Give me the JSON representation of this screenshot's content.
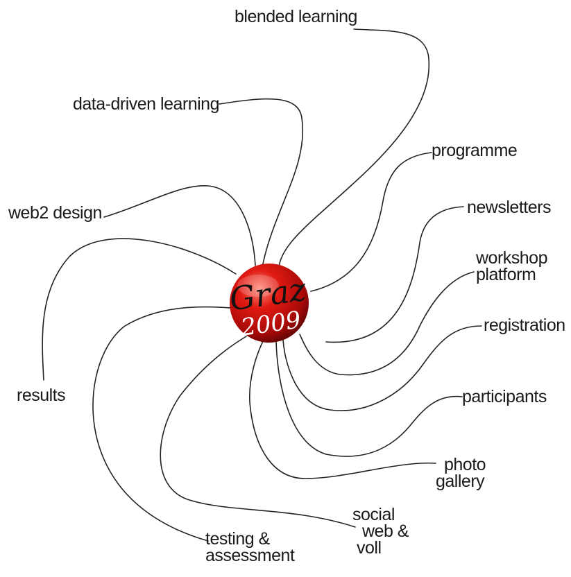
{
  "hub": {
    "line1": "Graz",
    "line2": "2009",
    "color": "#cc1111"
  },
  "line_color": "#222222",
  "nodes": [
    {
      "id": "blended-learning",
      "lines": [
        "blended learning"
      ]
    },
    {
      "id": "data-driven-learning",
      "lines": [
        "data-driven learning"
      ]
    },
    {
      "id": "web2-design",
      "lines": [
        "web2 design"
      ]
    },
    {
      "id": "results",
      "lines": [
        "results"
      ]
    },
    {
      "id": "programme",
      "lines": [
        "programme"
      ]
    },
    {
      "id": "newsletters",
      "lines": [
        "newsletters"
      ]
    },
    {
      "id": "workshop-platform",
      "lines": [
        "workshop",
        "platform"
      ]
    },
    {
      "id": "registration",
      "lines": [
        "registration"
      ]
    },
    {
      "id": "participants",
      "lines": [
        "participants"
      ]
    },
    {
      "id": "photo-gallery",
      "lines": [
        "photo",
        "gallery"
      ]
    },
    {
      "id": "social-web-voll",
      "lines": [
        "social",
        "web &",
        "voll"
      ]
    },
    {
      "id": "testing-assessment",
      "lines": [
        "testing &",
        "assessment"
      ]
    }
  ]
}
